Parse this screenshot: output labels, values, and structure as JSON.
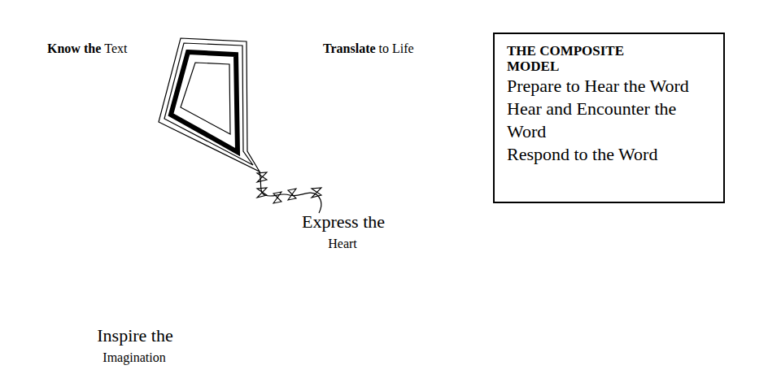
{
  "diagram": {
    "nodes": [
      {
        "text": [
          "THE COMPOSITE MODEL",
          "Prepare to Hear the Word",
          "Hear and Encounter the Word",
          "Respond to the Word"
        ]
      }
    ],
    "labels": [
      "Know the",
      "Text",
      "Translate",
      "to Life",
      "Express the",
      "Heart",
      "Inspire the",
      "Imagination"
    ]
  }
}
